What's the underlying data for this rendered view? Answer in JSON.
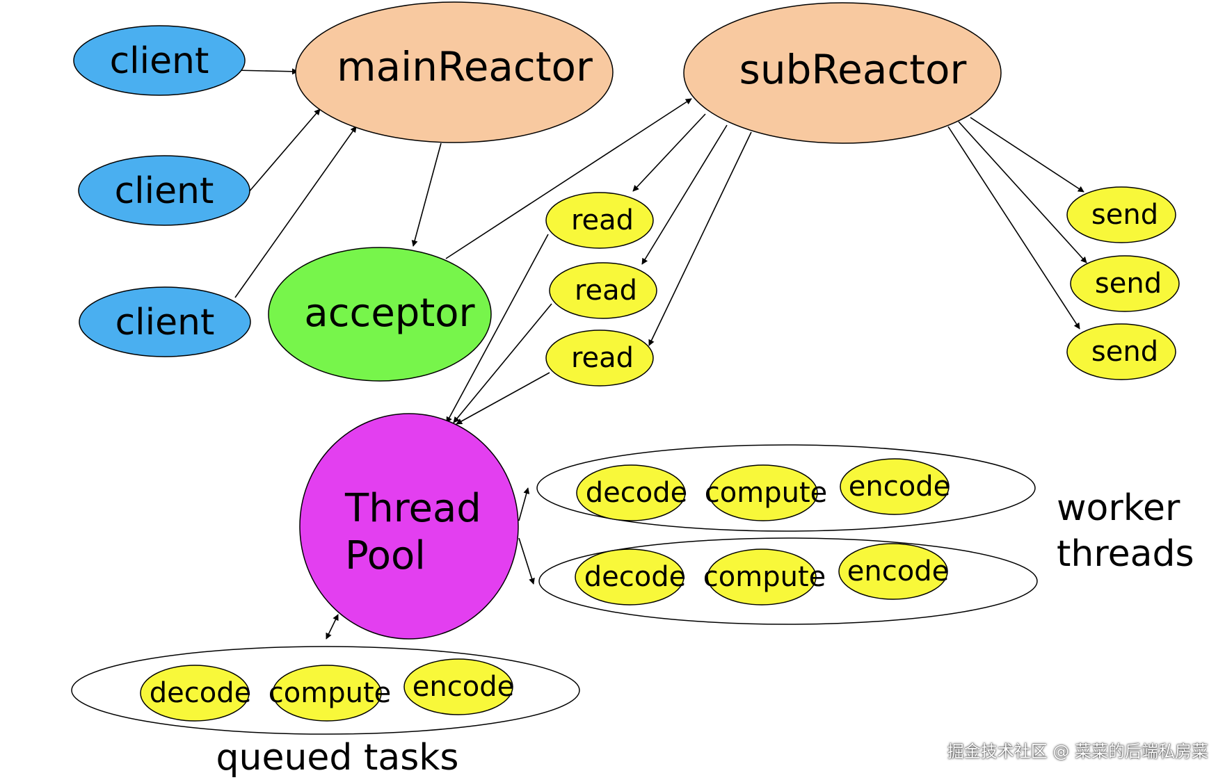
{
  "nodes": {
    "client_1": "client",
    "client_2": "client",
    "client_3": "client",
    "main_reactor": "mainReactor",
    "sub_reactor": "subReactor",
    "acceptor": "acceptor",
    "read_1": "read",
    "read_2": "read",
    "read_3": "read",
    "send_1": "send",
    "send_2": "send",
    "send_3": "send",
    "thread_pool_line1": "Thread",
    "thread_pool_line2": "Pool"
  },
  "worker_rows": [
    {
      "decode": "decode",
      "compute": "compute",
      "encode": "encode"
    },
    {
      "decode": "decode",
      "compute": "compute",
      "encode": "encode"
    }
  ],
  "queued_row": {
    "decode": "decode",
    "compute": "compute",
    "encode": "encode"
  },
  "labels": {
    "worker_line1": "worker",
    "worker_line2": "threads",
    "queued_tasks": "queued tasks"
  },
  "watermark": "掘金技术社区 @ 菜菜的后端私房菜",
  "colors": {
    "client": "#4aaff0",
    "reactor": "#f8c9a0",
    "acceptor": "#77f54b",
    "task": "#f8f83a",
    "thread_pool": "#e33ff0"
  }
}
